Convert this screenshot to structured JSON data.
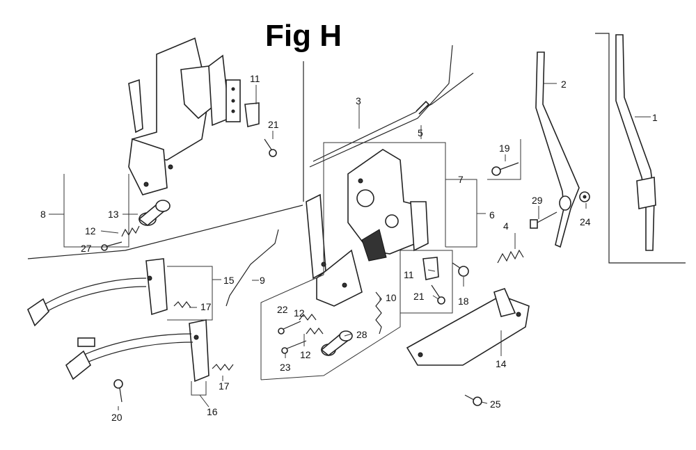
{
  "figure": {
    "title": "Fig H",
    "callouts": [
      "1",
      "2",
      "3",
      "4",
      "5",
      "6",
      "7",
      "8",
      "9",
      "10",
      "11",
      "12",
      "13",
      "14",
      "15",
      "16",
      "17",
      "18",
      "19",
      "20",
      "21",
      "22",
      "23",
      "24",
      "25",
      "27",
      "28"
    ]
  }
}
